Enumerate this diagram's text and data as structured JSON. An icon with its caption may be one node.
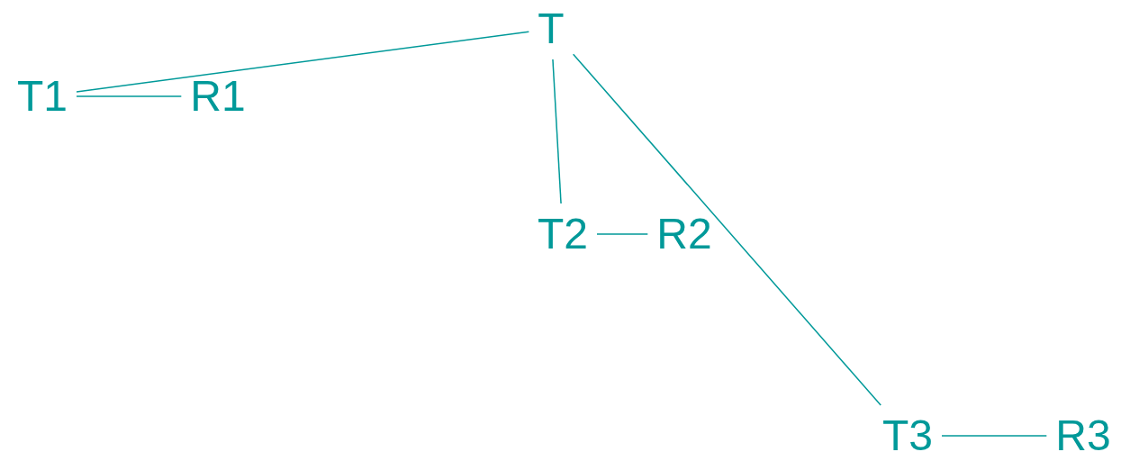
{
  "diagram": {
    "nodes": [
      {
        "text": [
          "T"
        ]
      },
      {
        "text": [
          "T1"
        ]
      },
      {
        "text": [
          "R1"
        ]
      },
      {
        "text": [
          "T2"
        ]
      },
      {
        "text": [
          "R2"
        ]
      },
      {
        "text": [
          "T3"
        ]
      },
      {
        "text": [
          "R3"
        ]
      }
    ],
    "edges": [
      {
        "from": 0,
        "to": 1,
        "arrow": "none"
      },
      {
        "from": 1,
        "to": 2,
        "arrow": "none"
      },
      {
        "from": 0,
        "to": 3,
        "arrow": "none"
      },
      {
        "from": 3,
        "to": 4,
        "arrow": "none"
      },
      {
        "from": 0,
        "to": 5,
        "arrow": "none"
      },
      {
        "from": 5,
        "to": 6,
        "arrow": "none"
      }
    ]
  }
}
